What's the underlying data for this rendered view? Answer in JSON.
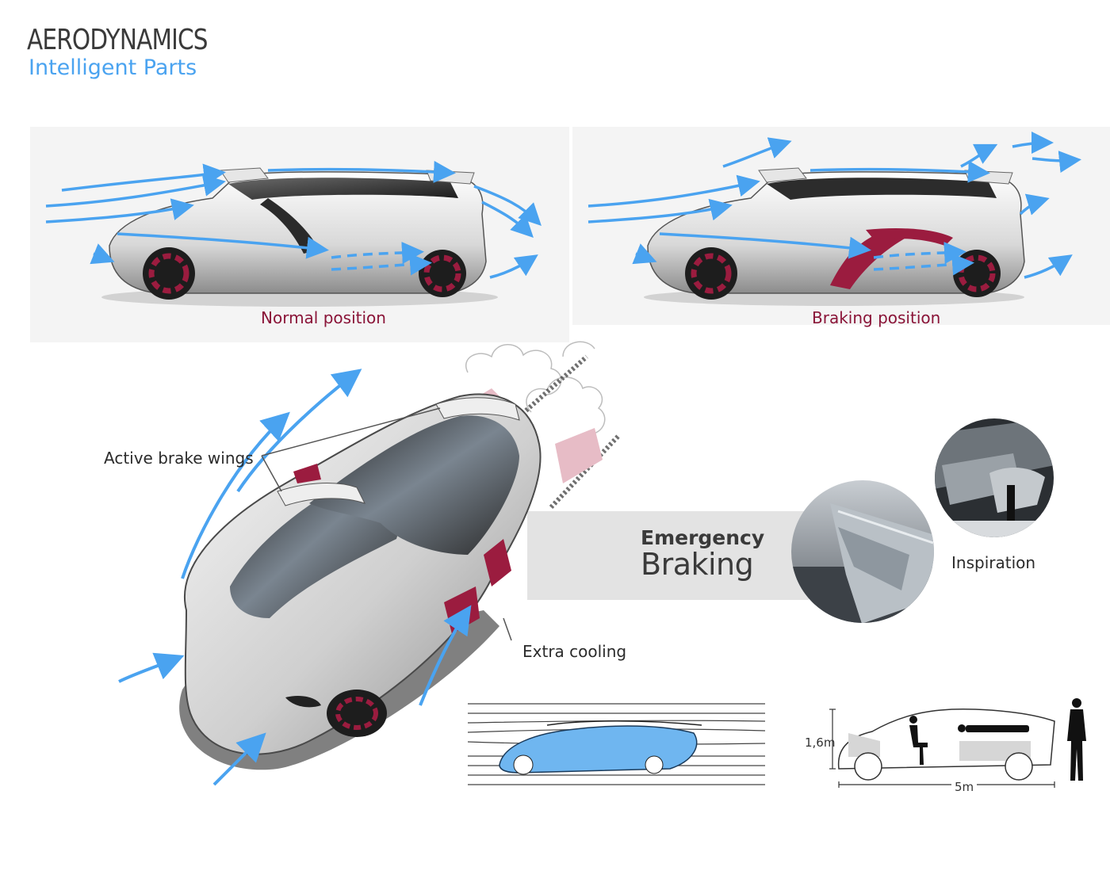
{
  "header": {
    "title": "AERODYNAMICS",
    "subtitle": "Intelligent Parts"
  },
  "views": {
    "normal_caption": "Normal position",
    "braking_caption": "Braking position"
  },
  "callouts": {
    "active_brake_wings": "Active brake wings",
    "extra_cooling": "Extra cooling",
    "inspiration": "Inspiration"
  },
  "feature": {
    "line1": "Emergency",
    "line2": "Braking"
  },
  "dimensions": {
    "height": "1,6m",
    "length": "5m"
  },
  "colors": {
    "accent_blue": "#4aa3f0",
    "wine_red": "#8a1438",
    "text_dark": "#3a3a3a"
  }
}
